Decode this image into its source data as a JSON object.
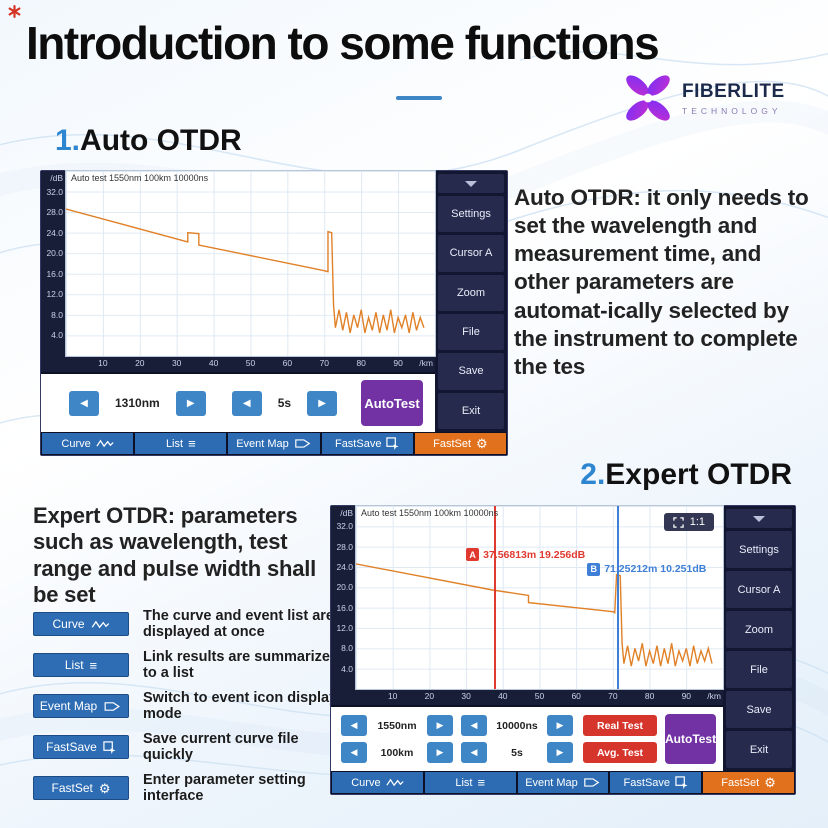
{
  "page": {
    "title": "Introduction to some functions"
  },
  "logo": {
    "brand": "FIBERLITE",
    "subtitle": "TECHNOLOGY"
  },
  "sections": {
    "auto": {
      "num": "1.",
      "name": "Auto OTDR",
      "desc": "Auto OTDR: it only needs to set the wavelength and measurement time, and other parameters are automat-ically selected by the instrument to complete the tes"
    },
    "expert": {
      "num": "2.",
      "name": "Expert OTDR",
      "desc": "Expert OTDR: parameters such as wavelength, test range and pulse width shall be set"
    }
  },
  "legend": [
    {
      "button": "Curve",
      "text": "The curve and event list are displayed at once"
    },
    {
      "button": "List",
      "text": "Link results are summarized to a list"
    },
    {
      "button": "Event Map",
      "text": "Switch to event icon display mode"
    },
    {
      "button": "FastSave",
      "text": "Save current curve file quickly"
    },
    {
      "button": "FastSet",
      "text": "Enter parameter setting interface"
    }
  ],
  "icons": {
    "prev": "◀",
    "next": "▶",
    "collapse": "▼",
    "list": "≡",
    "gear": "⚙"
  },
  "screens": {
    "auto": {
      "header": "Auto test 1550nm 100km 10000ns",
      "menu": [
        "Settings",
        "Cursor A",
        "Zoom",
        "File",
        "Save",
        "Exit"
      ],
      "controls": {
        "wavelength": "1310nm",
        "avg_time": "5s",
        "autotest": "AutoTest"
      },
      "tabs": [
        "Curve",
        "List",
        "Event Map",
        "FastSave",
        "FastSet"
      ]
    },
    "expert": {
      "header": "Auto test 1550nm 100km 10000ns",
      "zoom_mode": "1:1",
      "cursor_a": {
        "label": "A",
        "readout": "37.56813m 19.256dB",
        "km": 37.56813,
        "db": 19.256
      },
      "cursor_b": {
        "label": "B",
        "readout": "71.25212m 10.251dB",
        "km": 71.25212,
        "db": 10.251
      },
      "menu": [
        "Settings",
        "Cursor A",
        "Zoom",
        "File",
        "Save",
        "Exit"
      ],
      "controls": {
        "wavelength": "1550nm",
        "pulse": "10000ns",
        "range": "100km",
        "avg_time": "5s",
        "real_test": "Real Test",
        "avg_test": "Avg. Test",
        "autotest": "AutoTest"
      },
      "tabs": [
        "Curve",
        "List",
        "Event Map",
        "FastSave",
        "FastSet"
      ]
    }
  },
  "chart_data": [
    {
      "type": "line",
      "title": "Auto test 1550nm 100km 10000ns",
      "xlabel": "/km",
      "ylabel": "/dB",
      "xlim": [
        0,
        100
      ],
      "ylim": [
        0,
        36
      ],
      "grid": true,
      "x_ticks": [
        "10",
        "20",
        "30",
        "40",
        "50",
        "60",
        "70",
        "80",
        "90"
      ],
      "y_ticks": [
        "32.0",
        "28.0",
        "24.0",
        "20.0",
        "16.0",
        "12.0",
        "8.0",
        "4.0"
      ],
      "series": [
        {
          "name": "otdr-trace",
          "color": "#e08127",
          "points": [
            [
              0,
              28.6
            ],
            [
              33,
              22.2
            ],
            [
              33,
              24.0
            ],
            [
              36,
              23.8
            ],
            [
              36,
              21.6
            ],
            [
              70,
              16.6
            ],
            [
              71,
              16.4
            ],
            [
              71,
              24.2
            ],
            [
              72,
              24.0
            ],
            [
              72.5,
              10
            ],
            [
              73,
              5.5
            ],
            [
              74,
              9
            ],
            [
              75,
              5
            ],
            [
              76,
              8.5
            ],
            [
              77,
              4.5
            ],
            [
              78,
              8
            ],
            [
              79,
              5.5
            ],
            [
              80,
              9
            ],
            [
              81,
              4.5
            ],
            [
              82,
              7.5
            ],
            [
              83,
              5
            ],
            [
              84,
              8.5
            ],
            [
              85,
              4.5
            ],
            [
              86,
              8
            ],
            [
              87,
              5
            ],
            [
              88,
              9
            ],
            [
              89,
              4.5
            ],
            [
              90,
              7.5
            ],
            [
              91,
              5.5
            ],
            [
              92,
              8
            ],
            [
              93,
              4.5
            ],
            [
              94,
              8.5
            ],
            [
              95,
              5
            ],
            [
              96,
              7.5
            ],
            [
              97,
              5.5
            ]
          ]
        }
      ]
    },
    {
      "type": "line",
      "title": "Auto test 1550nm 100km 10000ns",
      "xlabel": "/km",
      "ylabel": "/dB",
      "xlim": [
        0,
        100
      ],
      "ylim": [
        0,
        36
      ],
      "grid": true,
      "x_ticks": [
        "10",
        "20",
        "30",
        "40",
        "50",
        "60",
        "70",
        "80",
        "90"
      ],
      "y_ticks": [
        "32.0",
        "28.0",
        "24.0",
        "20.0",
        "16.0",
        "12.0",
        "8.0",
        "4.0"
      ],
      "cursors": [
        {
          "label": "A",
          "km": 37.56813,
          "db": 19.256
        },
        {
          "label": "B",
          "km": 71.25212,
          "db": 10.251
        }
      ],
      "series": [
        {
          "name": "otdr-trace",
          "color": "#e08127",
          "points": [
            [
              0,
              24.6
            ],
            [
              37,
              19.5
            ],
            [
              47,
              18.4
            ],
            [
              47,
              17.0
            ],
            [
              70,
              15.2
            ],
            [
              70.5,
              15.0
            ],
            [
              71,
              22.5
            ],
            [
              72,
              22.3
            ],
            [
              72.5,
              9
            ],
            [
              73,
              5
            ],
            [
              74,
              8.5
            ],
            [
              75,
              4.5
            ],
            [
              76,
              8
            ],
            [
              77,
              5.5
            ],
            [
              78,
              9
            ],
            [
              79,
              4.5
            ],
            [
              80,
              7.5
            ],
            [
              81,
              5
            ],
            [
              82,
              8.5
            ],
            [
              83,
              4.5
            ],
            [
              84,
              8
            ],
            [
              85,
              5
            ],
            [
              86,
              9
            ],
            [
              87,
              4.5
            ],
            [
              88,
              7.5
            ],
            [
              89,
              5.5
            ],
            [
              90,
              8
            ],
            [
              91,
              4.5
            ],
            [
              92,
              8.5
            ],
            [
              93,
              5
            ],
            [
              94,
              7.5
            ],
            [
              95,
              5.5
            ],
            [
              96,
              8
            ],
            [
              97,
              5
            ]
          ]
        }
      ]
    }
  ],
  "colors": {
    "accent_blue": "#2e86d1",
    "trace_orange": "#e08127",
    "tab_blue": "#2d6cb3",
    "tab_orange": "#e2711d",
    "autotest_purple": "#7232a4",
    "test_red": "#d6352c",
    "cursor_red": "#e03a30",
    "cursor_blue": "#3f7fd6",
    "screen_bg": "#191e38"
  }
}
